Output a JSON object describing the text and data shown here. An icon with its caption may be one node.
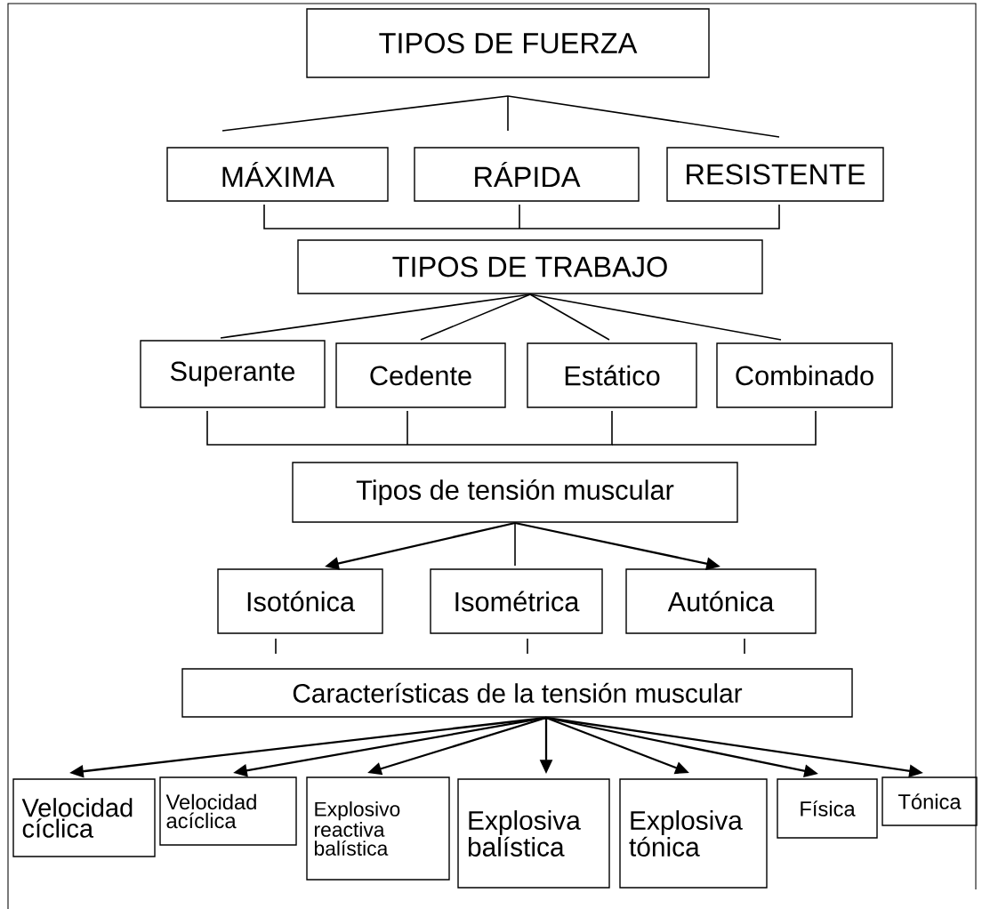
{
  "diagram": {
    "nodes": [
      {
        "text": [
          "TIPOS DE FUERZA"
        ]
      },
      {
        "text": [
          "MÁXIMA"
        ]
      },
      {
        "text": [
          "RÁPIDA"
        ]
      },
      {
        "text": [
          "RESISTENTE"
        ]
      },
      {
        "text": [
          "TIPOS DE TRABAJO"
        ]
      },
      {
        "text": [
          "Superante"
        ]
      },
      {
        "text": [
          "Cedente"
        ]
      },
      {
        "text": [
          "Estático"
        ]
      },
      {
        "text": [
          "Combinado"
        ]
      },
      {
        "text": [
          "Tipos de tensión muscular"
        ]
      },
      {
        "text": [
          "Isotónica"
        ]
      },
      {
        "text": [
          "Isométrica"
        ]
      },
      {
        "text": [
          "Autónica"
        ]
      },
      {
        "text": [
          "Características de la tensión muscular"
        ]
      },
      {
        "text": [
          "Velocidad cíclica"
        ]
      },
      {
        "text": [
          "Velocidad acíclica"
        ]
      },
      {
        "text": [
          "Explosivo reactiva balística"
        ]
      },
      {
        "text": [
          "Explosiva balística"
        ]
      },
      {
        "text": [
          "Explosiva tónica"
        ]
      },
      {
        "text": [
          "Física"
        ]
      },
      {
        "text": [
          "Tónica"
        ]
      }
    ],
    "edges": [
      {
        "from": 0,
        "to": 1,
        "arrow": "none"
      },
      {
        "from": 0,
        "to": 2,
        "arrow": "none"
      },
      {
        "from": 0,
        "to": 3,
        "arrow": "none"
      },
      {
        "from": 1,
        "to": 4,
        "arrow": "none"
      },
      {
        "from": 2,
        "to": 4,
        "arrow": "none"
      },
      {
        "from": 3,
        "to": 4,
        "arrow": "none"
      },
      {
        "from": 4,
        "to": 5,
        "arrow": "none"
      },
      {
        "from": 4,
        "to": 6,
        "arrow": "none"
      },
      {
        "from": 4,
        "to": 7,
        "arrow": "none"
      },
      {
        "from": 4,
        "to": 8,
        "arrow": "none"
      },
      {
        "from": 5,
        "to": 9,
        "arrow": "none"
      },
      {
        "from": 6,
        "to": 9,
        "arrow": "none"
      },
      {
        "from": 7,
        "to": 9,
        "arrow": "none"
      },
      {
        "from": 8,
        "to": 9,
        "arrow": "none"
      },
      {
        "from": 9,
        "to": 10,
        "arrow": "to"
      },
      {
        "from": 9,
        "to": 11,
        "arrow": "none"
      },
      {
        "from": 9,
        "to": 12,
        "arrow": "to"
      },
      {
        "from": 10,
        "to": 13,
        "arrow": "none"
      },
      {
        "from": 11,
        "to": 13,
        "arrow": "none"
      },
      {
        "from": 12,
        "to": 13,
        "arrow": "none"
      },
      {
        "from": 13,
        "to": 14,
        "arrow": "to"
      },
      {
        "from": 13,
        "to": 15,
        "arrow": "to"
      },
      {
        "from": 13,
        "to": 16,
        "arrow": "to"
      },
      {
        "from": 13,
        "to": 17,
        "arrow": "to"
      },
      {
        "from": 13,
        "to": 18,
        "arrow": "to"
      },
      {
        "from": 13,
        "to": 19,
        "arrow": "to"
      },
      {
        "from": 13,
        "to": 20,
        "arrow": "to"
      }
    ]
  }
}
